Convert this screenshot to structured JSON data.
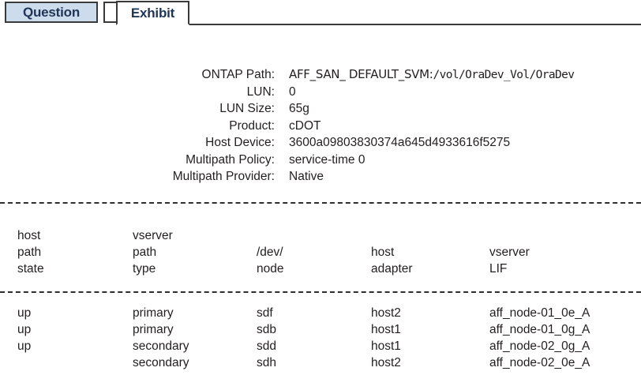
{
  "tabs": [
    {
      "label": "Question",
      "active": false
    },
    {
      "label": "Exhibit",
      "active": true
    }
  ],
  "colors": {
    "tab_inactive_fill": "#ccdcec",
    "tab_active_fill": "#ffffff",
    "tab_text": "#1f3557",
    "tab_border": "#3a3a3a",
    "body_text": "#231f20",
    "page_background": "#ffffff",
    "separator": "#2f2f2f"
  },
  "properties": [
    {
      "label": "ONTAP Path:",
      "value": "AFF_SAN_ DEFAULT_SVM:",
      "value_tail": "/vol/OraDev_Vol/OraDev"
    },
    {
      "label": "LUN:",
      "value": "0",
      "value_tail": ""
    },
    {
      "label": "LUN Size:",
      "value": "65g",
      "value_tail": ""
    },
    {
      "label": "Product:",
      "value": "cDOT",
      "value_tail": ""
    },
    {
      "label": "Host Device:",
      "value": "3600a09803830374a645d4933616f5275",
      "value_tail": ""
    },
    {
      "label": "Multipath Policy:",
      "value": "service-time 0",
      "value_tail": ""
    },
    {
      "label": "Multipath Provider:",
      "value": "Native",
      "value_tail": ""
    }
  ],
  "path_table": {
    "header_lines": [
      [
        "host",
        "vserver",
        "",
        "",
        ""
      ],
      [
        "path",
        "path",
        "/dev/",
        "host",
        "vserver"
      ],
      [
        "state",
        "type",
        "node",
        "adapter",
        "LIF"
      ]
    ],
    "rows": [
      {
        "host_path_state": "up",
        "vserver_path_type": "primary",
        "dev_node": "sdf",
        "host_adapter": "host2",
        "vserver_lif": "aff_node-01_0e_A"
      },
      {
        "host_path_state": "up",
        "vserver_path_type": "primary",
        "dev_node": "sdb",
        "host_adapter": "host1",
        "vserver_lif": "aff_node-01_0g_A"
      },
      {
        "host_path_state": "up",
        "vserver_path_type": "secondary",
        "dev_node": "sdd",
        "host_adapter": "host1",
        "vserver_lif": "aff_node-02_0g_A"
      },
      {
        "host_path_state": "",
        "vserver_path_type": "secondary",
        "dev_node": "sdh",
        "host_adapter": "host2",
        "vserver_lif": "aff_node-02_0e_A"
      }
    ]
  }
}
